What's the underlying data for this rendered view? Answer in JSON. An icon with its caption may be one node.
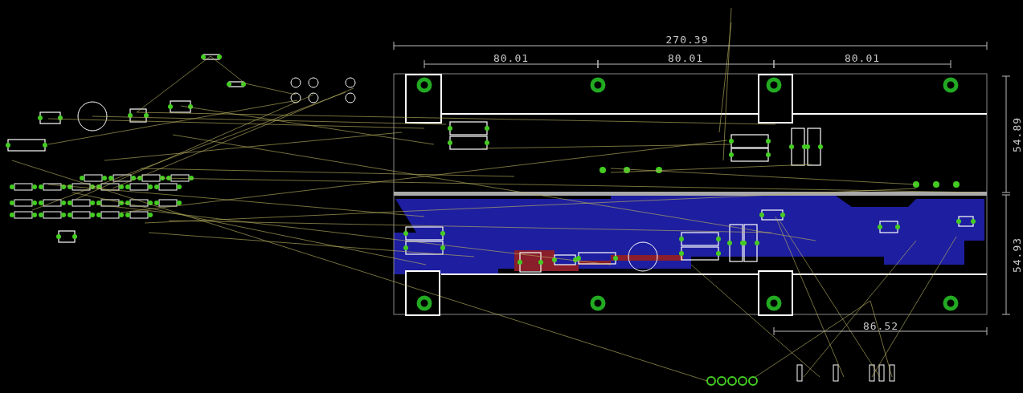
{
  "diagram": {
    "labels": [
      "270.39",
      "80.01",
      "80.01",
      "80.01",
      "54.89",
      "54.93",
      "86.52"
    ]
  }
}
